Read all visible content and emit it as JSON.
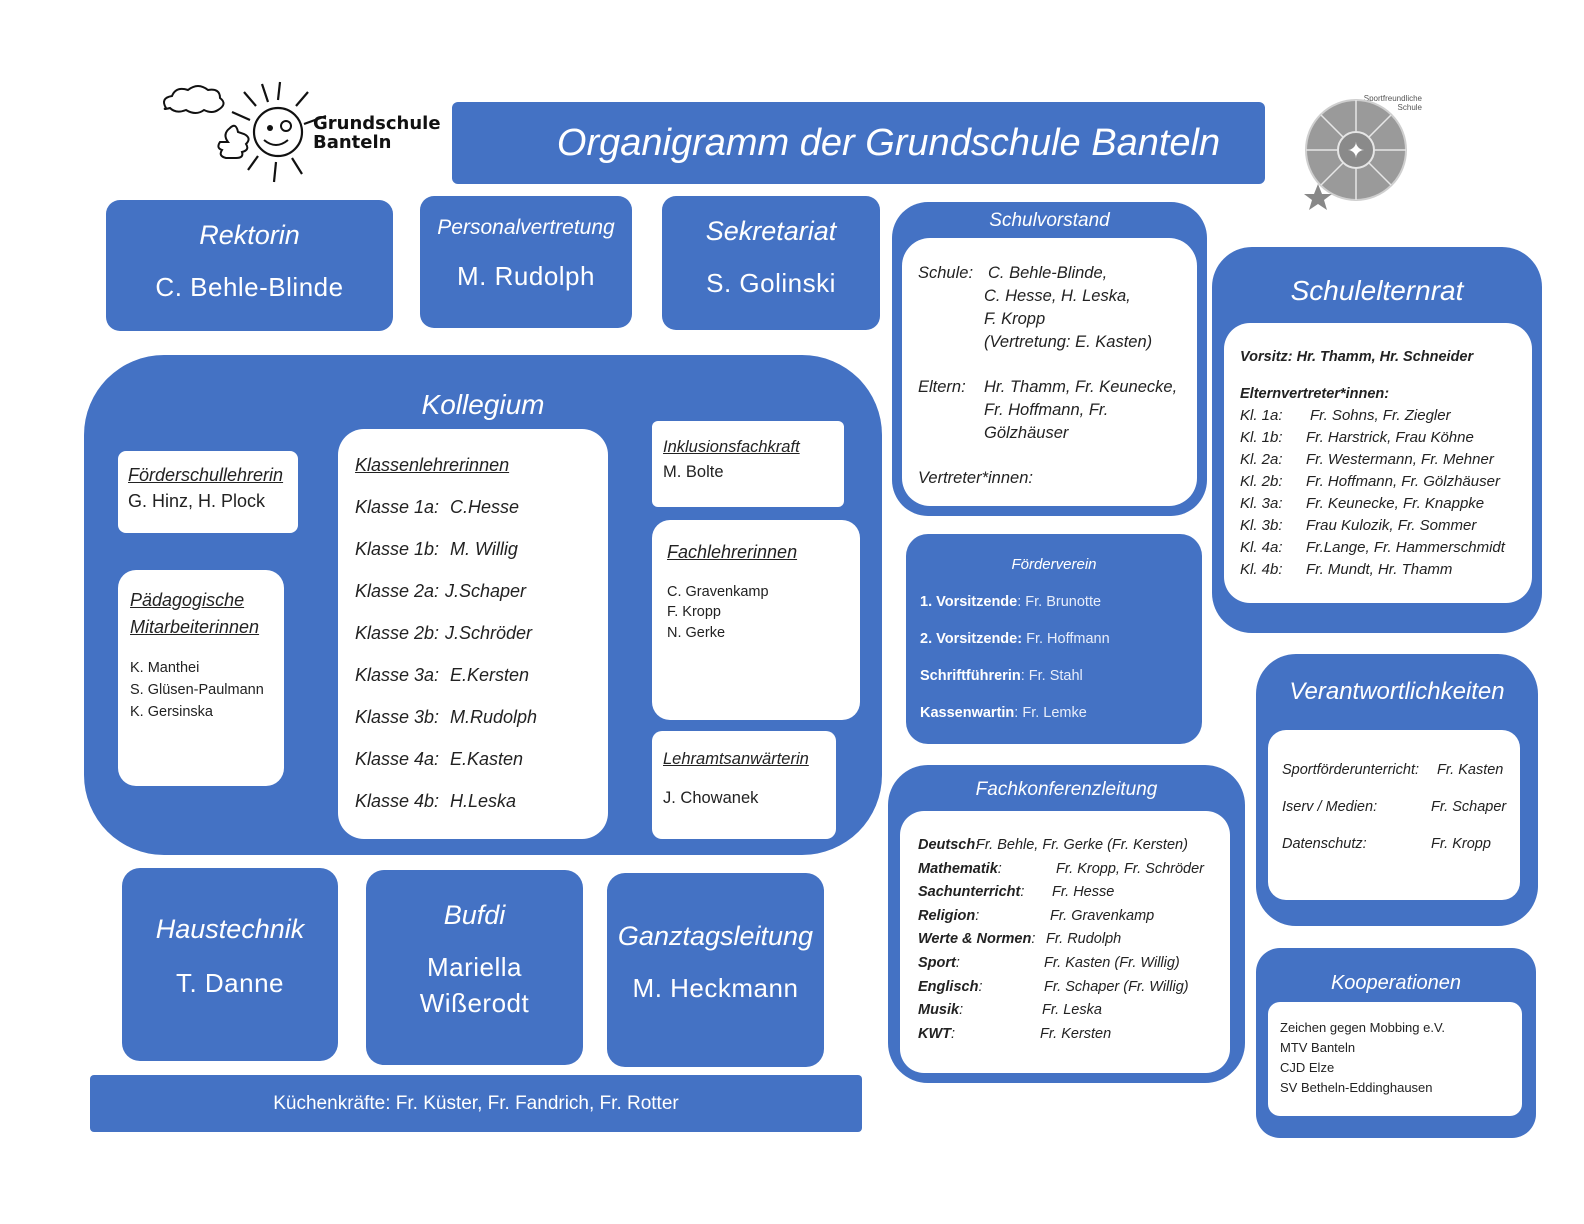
{
  "header": {
    "title": "Organigramm der Grundschule Banteln",
    "logo_text_line1": "Grundschule",
    "logo_text_line2": "Banteln",
    "badge_text": "Sportfreundliche Schule"
  },
  "rektorin": {
    "title": "Rektorin",
    "name": "C. Behle-Blinde"
  },
  "personalvertretung": {
    "title": "Personalvertretung",
    "name": "M. Rudolph"
  },
  "sekretariat": {
    "title": "Sekretariat",
    "name": "S. Golinski"
  },
  "schulvorstand": {
    "title": "Schulvorstand",
    "schule_label": "Schule:",
    "schule_lines": [
      "C. Behle-Blinde,",
      "C. Hesse, H. Leska,",
      "F. Kropp",
      "(Vertretung: E. Kasten)"
    ],
    "eltern_label": "Eltern:",
    "eltern_lines": [
      "Hr. Thamm, Fr. Keunecke,",
      "Fr. Hoffmann, Fr.",
      "Gölzhäuser"
    ],
    "vertreter_label": "Vertreter*innen:"
  },
  "schulelternrat": {
    "title": "Schulelternrat",
    "vorsitz": "Vorsitz: Hr. Thamm, Hr. Schneider",
    "elternvertreter_label": "Elternvertreter*innen:",
    "rows": [
      {
        "klasse": "Kl. 1a:",
        "names": "Fr. Sohns, Fr. Ziegler"
      },
      {
        "klasse": "Kl. 1b:",
        "names": "Fr. Harstrick, Frau Köhne"
      },
      {
        "klasse": "Kl. 2a:",
        "names": "Fr. Westermann, Fr. Mehner"
      },
      {
        "klasse": "Kl. 2b:",
        "names": "Fr. Hoffmann, Fr. Gölzhäuser"
      },
      {
        "klasse": "Kl. 3a:",
        "names": "Fr. Keunecke, Fr. Knappke"
      },
      {
        "klasse": "Kl. 3b:",
        "names": "Frau Kulozik, Fr. Sommer"
      },
      {
        "klasse": "Kl. 4a:",
        "names": "Fr.Lange, Fr. Hammerschmidt"
      },
      {
        "klasse": "Kl. 4b:",
        "names": "Fr. Mundt, Hr. Thamm"
      }
    ]
  },
  "kollegium": {
    "title": "Kollegium",
    "foerderschul": {
      "title": "Förderschullehrerin",
      "names": "G. Hinz, H. Plock"
    },
    "paedagogische": {
      "title_line1": "Pädagogische",
      "title_line2": "Mitarbeiterinnen",
      "names": [
        "K. Manthei",
        "S. Glüsen-Paulmann",
        "K. Gersinska"
      ]
    },
    "klassenlehrer": {
      "title": "Klassenlehrerinnen",
      "rows": [
        {
          "klasse": "Klasse 1a:",
          "name": "C.Hesse"
        },
        {
          "klasse": "Klasse 1b:",
          "name": "M. Willig"
        },
        {
          "klasse": "Klasse 2a:",
          "name": "J.Schaper"
        },
        {
          "klasse": "Klasse 2b:",
          "name": "J.Schröder"
        },
        {
          "klasse": "Klasse 3a:",
          "name": "E.Kersten"
        },
        {
          "klasse": "Klasse 3b:",
          "name": "M.Rudolph"
        },
        {
          "klasse": "Klasse 4a:",
          "name": "E.Kasten"
        },
        {
          "klasse": "Klasse 4b:",
          "name": "H.Leska"
        }
      ]
    },
    "inklusion": {
      "title": "Inklusionsfachkraft",
      "name": "M. Bolte"
    },
    "fachlehrer": {
      "title": "Fachlehrerinnen",
      "names": [
        "C. Gravenkamp",
        "F. Kropp",
        "N. Gerke"
      ]
    },
    "lehramt": {
      "title": "Lehramtsanwärterin",
      "name": "J. Chowanek"
    }
  },
  "foerderverein": {
    "title": "Förderverein",
    "rows": [
      {
        "label": "1. Vorsitzende",
        "value": ": Fr. Brunotte"
      },
      {
        "label": "2. Vorsitzende:",
        "value": " Fr. Hoffmann"
      },
      {
        "label": "Schriftführerin",
        "value": ": Fr. Stahl"
      },
      {
        "label": "Kassenwartin",
        "value": ": Fr. Lemke"
      }
    ]
  },
  "verantwortlichkeiten": {
    "title": "Verantwortlichkeiten",
    "rows": [
      {
        "label": "Sportförderunterricht:",
        "name": "Fr. Kasten"
      },
      {
        "label": "Iserv / Medien:",
        "name": "Fr. Schaper"
      },
      {
        "label": "Datenschutz:",
        "name": "Fr. Kropp"
      }
    ]
  },
  "fachkonferenz": {
    "title": "Fachkonferenzleitung",
    "rows": [
      {
        "fach": "Deutsch",
        "sep": ":",
        "names": "Fr. Behle, Fr. Gerke (Fr. Kersten)"
      },
      {
        "fach": "Mathematik",
        "sep": ":",
        "names": "Fr. Kropp, Fr. Schröder"
      },
      {
        "fach": "Sachunterricht",
        "sep": ":",
        "names": "Fr. Hesse"
      },
      {
        "fach": "Religion",
        "sep": ":",
        "names": "Fr. Gravenkamp"
      },
      {
        "fach": "Werte & Normen",
        "sep": ":",
        "names": "Fr. Rudolph"
      },
      {
        "fach": "Sport",
        "sep": ":",
        "names": "Fr. Kasten (Fr. Willig)"
      },
      {
        "fach": "Englisch",
        "sep": ":",
        "names": "Fr. Schaper (Fr. Willig)"
      },
      {
        "fach": "Musik",
        "sep": ":",
        "names": "Fr. Leska"
      },
      {
        "fach": "KWT",
        "sep": ":",
        "names": "Fr. Kersten"
      }
    ]
  },
  "kooperationen": {
    "title": "Kooperationen",
    "items": [
      "Zeichen gegen Mobbing e.V.",
      "MTV Banteln",
      "CJD Elze",
      "SV Betheln-Eddinghausen"
    ]
  },
  "haustechnik": {
    "title": "Haustechnik",
    "name": "T. Danne"
  },
  "bufdi": {
    "title": "Bufdi",
    "name_line1": "Mariella",
    "name_line2": "Wißerodt"
  },
  "ganztag": {
    "title": "Ganztagsleitung",
    "name": "M. Heckmann"
  },
  "kueche": {
    "text": "Küchenkräfte: Fr. Küster, Fr. Fandrich, Fr. Rotter"
  },
  "colors": {
    "box_blue": "#4472c4",
    "background": "#ffffff"
  }
}
